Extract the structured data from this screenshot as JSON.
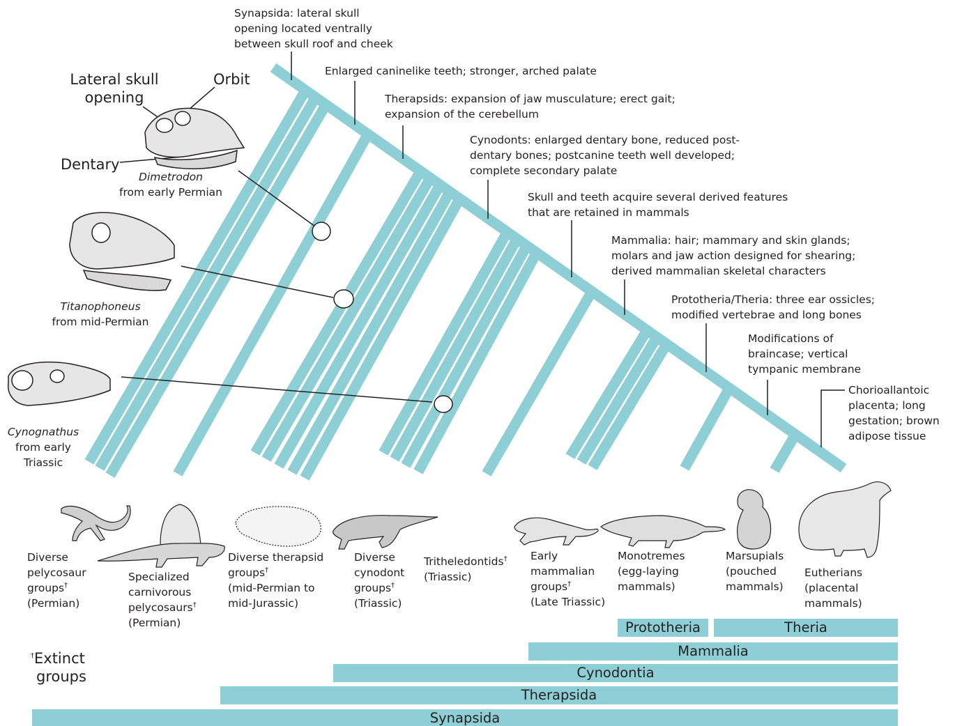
{
  "colors": {
    "branch": "#8ecfd6",
    "ink": "#231f20",
    "skull_fill": "#e6e6e6"
  },
  "characters": {
    "synapsida": [
      "Synapsida: lateral skull",
      "opening located ventrally",
      "between skull roof and cheek"
    ],
    "canine": "Enlarged caninelike teeth; stronger, arched palate",
    "therapsids": [
      "Therapsids: expansion of jaw musculature; erect gait;",
      "expansion of the cerebellum"
    ],
    "cynodonts": [
      "Cynodonts: enlarged dentary bone, reduced post-",
      "dentary bones; postcanine teeth well developed;",
      "complete secondary palate"
    ],
    "skull_teeth": [
      "Skull and teeth acquire several derived features",
      "that are retained in mammals"
    ],
    "mammalia": [
      "Mammalia: hair; mammary and skin glands;",
      "molars and jaw action designed for shearing;",
      "derived mammalian skeletal characters"
    ],
    "prototheria_theria": [
      "Prototheria/Theria: three ear ossicles;",
      "modified vertebrae and long bones"
    ],
    "braincase": [
      "Modifications of",
      "braincase; vertical",
      "tympanic membrane"
    ],
    "placenta": [
      "Chorioallantoic",
      "placenta; long",
      "gestation; brown",
      "adipose tissue"
    ]
  },
  "skulls": {
    "lateral_opening": [
      "Lateral skull",
      "opening"
    ],
    "orbit": "Orbit",
    "dentary": "Dentary",
    "dimetrodon": {
      "name": "Dimetrodon",
      "period": "from early Permian"
    },
    "titanophoneus": {
      "name": "Titanophoneus",
      "period": "from mid-Permian"
    },
    "cynognathus": {
      "name": "Cynognathus",
      "period": [
        "from early",
        "Triassic"
      ]
    }
  },
  "groups": {
    "pelycosaur": [
      "Diverse",
      "pelycosaur",
      "groups",
      "(Permian)"
    ],
    "carnivorous": [
      "Specialized",
      "carnivorous",
      "pelycosaurs",
      "(Permian)"
    ],
    "therapsid": [
      "Diverse therapsid",
      "groups",
      "(mid-Permian to",
      "mid-Jurassic)"
    ],
    "cynodont": [
      "Diverse",
      "cynodont",
      "groups",
      "(Triassic)"
    ],
    "tritheledontids": [
      "Tritheledontids",
      "(Triassic)"
    ],
    "early_mammalian": [
      "Early",
      "mammalian",
      "groups",
      "(Late Triassic)"
    ],
    "monotremes": [
      "Monotremes",
      "(egg-laying",
      "mammals)"
    ],
    "marsupials": [
      "Marsupials",
      "(pouched",
      "mammals)"
    ],
    "eutherians": [
      "Eutherians",
      "(placental",
      "mammals)"
    ],
    "dagger": "†"
  },
  "extinct_note": [
    "Extinct",
    "groups"
  ],
  "clades": {
    "prototheria": "Prototheria",
    "theria": "Theria",
    "mammalia": "Mammalia",
    "cynodontia": "Cynodontia",
    "therapsida": "Therapsida",
    "synapsida": "Synapsida"
  }
}
